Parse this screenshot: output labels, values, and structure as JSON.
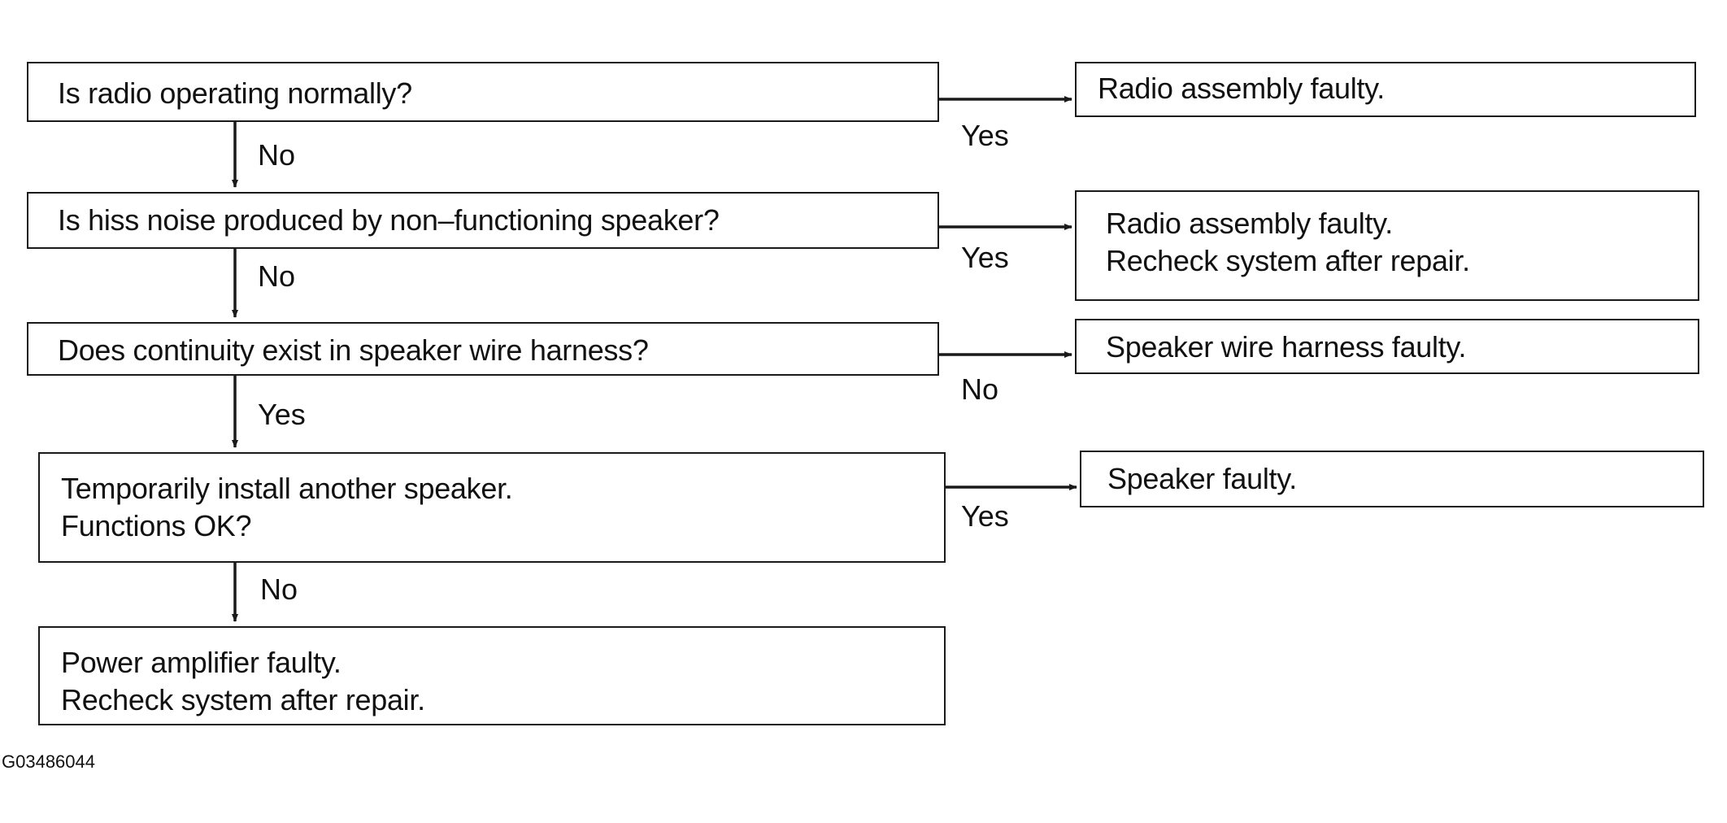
{
  "questions": {
    "q1": {
      "text": "Is radio operating normally?"
    },
    "q2": {
      "text": "Is hiss noise produced by non–functioning speaker?"
    },
    "q3": {
      "text": "Does continuity exist in speaker wire harness?"
    },
    "q4": {
      "lines": [
        "Temporarily install another speaker.",
        "Functions OK?"
      ]
    }
  },
  "results": {
    "r1": {
      "lines": [
        "Radio assembly faulty."
      ]
    },
    "r2": {
      "lines": [
        "Radio assembly faulty.",
        "Recheck system after repair."
      ]
    },
    "r3": {
      "lines": [
        "Speaker wire harness faulty."
      ]
    },
    "r4": {
      "lines": [
        "Speaker faulty."
      ]
    },
    "r5": {
      "lines": [
        "Power amplifier faulty.",
        "Recheck system after repair."
      ]
    }
  },
  "branch_labels": {
    "q1_down": "No",
    "q1_right": "Yes",
    "q2_down": "No",
    "q2_right": "Yes",
    "q3_down": "Yes",
    "q3_right": "No",
    "q4_down": "No",
    "q4_right": "Yes"
  },
  "figure_id": "G03486044",
  "colors": {
    "line": "#1a1a1a",
    "background": "#ffffff",
    "text": "#111111"
  }
}
